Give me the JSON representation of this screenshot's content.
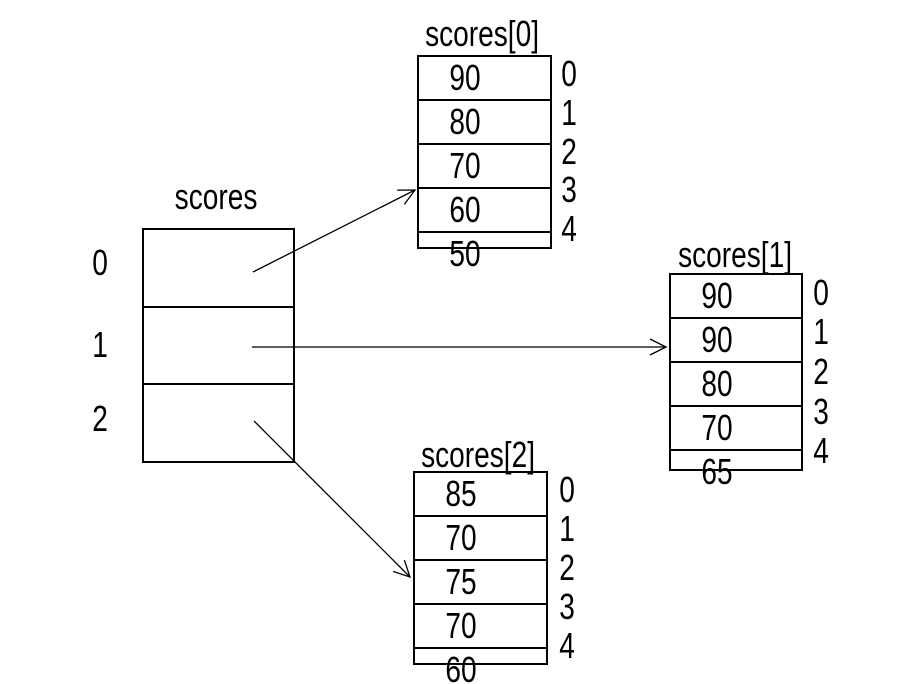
{
  "colors": {
    "background": "#ffffff",
    "ink": "#000000"
  },
  "main_array": {
    "title": "scores",
    "indices": [
      "0",
      "1",
      "2"
    ]
  },
  "sub_arrays": [
    {
      "title": "scores[0]",
      "values": [
        "90",
        "80",
        "70",
        "60",
        "50"
      ],
      "indices": [
        "0",
        "1",
        "2",
        "3",
        "4"
      ]
    },
    {
      "title": "scores[1]",
      "values": [
        "90",
        "90",
        "80",
        "70",
        "65"
      ],
      "indices": [
        "0",
        "1",
        "2",
        "3",
        "4"
      ]
    },
    {
      "title": "scores[2]",
      "values": [
        "85",
        "70",
        "75",
        "70",
        "60"
      ],
      "indices": [
        "0",
        "1",
        "2",
        "3",
        "4"
      ]
    }
  ],
  "arrows": [
    {
      "source": "scores index 0",
      "target": "scores[0]"
    },
    {
      "source": "scores index 1",
      "target": "scores[1]"
    },
    {
      "source": "scores index 2",
      "target": "scores[2]"
    }
  ]
}
